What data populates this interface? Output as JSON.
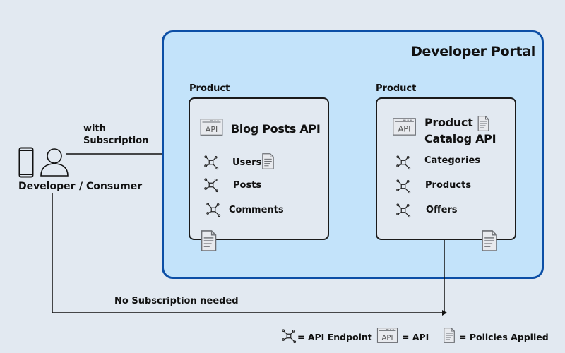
{
  "portal": {
    "title": "Developer Portal",
    "border_color": "#0c4fa6",
    "fill_color": "#c3e3fa"
  },
  "actor": {
    "label_primary": "Developer",
    "label_secondary": "/ Consumer",
    "icons": [
      "mobile-phone-icon",
      "user-icon"
    ]
  },
  "flows": {
    "with_subscription": {
      "line1": "with",
      "line2": "Subscription"
    },
    "no_subscription": "No  Subscription needed"
  },
  "products": [
    {
      "section_label": "Product",
      "api_name": "Blog Posts API",
      "api_icon": "api-icon",
      "endpoints": [
        {
          "label": "Users",
          "policy": true
        },
        {
          "label": "Posts",
          "policy": false
        },
        {
          "label": "Comments",
          "policy": false
        }
      ],
      "product_policy": true
    },
    {
      "section_label": "Product",
      "api_name_line1": "Product",
      "api_name_line2": "Catalog API",
      "api_icon": "api-icon",
      "api_policy": true,
      "endpoints": [
        {
          "label": "Categories"
        },
        {
          "label": "Products"
        },
        {
          "label": "Offers"
        }
      ],
      "product_policy": true
    }
  ],
  "legend": {
    "endpoint": "= API Endpoint",
    "api": "= API",
    "policies": "= Policies Applied"
  }
}
